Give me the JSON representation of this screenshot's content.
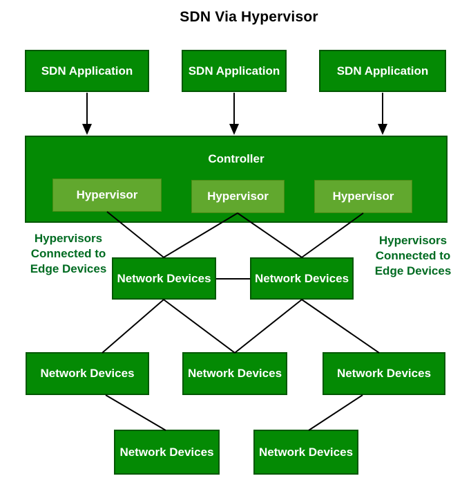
{
  "title": "SDN Via Hypervisor",
  "colors": {
    "box_fill": "#048a04",
    "box_border": "#035703",
    "hypervisor_fill": "#61a82e",
    "hypervisor_border": "#4b8c15",
    "annotation_text": "#006b21",
    "box_text": "#ffffff",
    "line": "#000000"
  },
  "nodes": {
    "sdn_apps": [
      {
        "label": "SDN Application"
      },
      {
        "label": "SDN Application"
      },
      {
        "label": "SDN Application"
      }
    ],
    "controller": {
      "label": "Controller"
    },
    "hypervisors": [
      {
        "label": "Hypervisor"
      },
      {
        "label": "Hypervisor"
      },
      {
        "label": "Hypervisor"
      }
    ],
    "edge_network_devices": [
      {
        "label": "Network Devices"
      },
      {
        "label": "Network Devices"
      }
    ],
    "mid_network_devices": [
      {
        "label": "Network Devices"
      },
      {
        "label": "Network Devices"
      },
      {
        "label": "Network Devices"
      }
    ],
    "bottom_network_devices": [
      {
        "label": "Network Devices"
      },
      {
        "label": "Network Devices"
      }
    ]
  },
  "annotations": {
    "left": {
      "line1": "Hypervisors",
      "line2": "Connected to",
      "line3": "Edge Devices"
    },
    "right": {
      "line1": "Hypervisors",
      "line2": "Connected to",
      "line3": "Edge Devices"
    }
  }
}
